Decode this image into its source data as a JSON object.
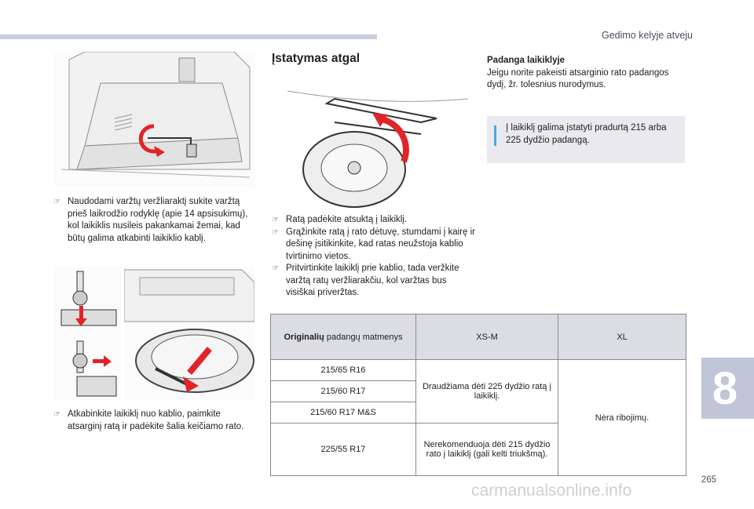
{
  "header": {
    "section": "Gedimo kelyje atveju"
  },
  "left": {
    "bullet1": "Naudodami varžtų veržliaraktį sukite varžtą prieš laikrodžio rodyklę (apie 14 apsisukimų), kol laikiklis nusileis pakankamai žemai, kad būtų galima atkabinti laikiklio kablį.",
    "bullet2": "Atkabinkite laikiklį nuo kablio, paimkite atsarginį ratą ir padėkite šalia keičiamo rato."
  },
  "middle": {
    "title": "Įstatymas atgal",
    "bullets": [
      "Ratą padėkite atsuktą į laikiklį.",
      "Grąžinkite ratą į rato dėtuvę, stumdami į kairę ir dešinę įsitikinkite, kad ratas neužstoja kablio tvirtinimo vietos.",
      "Pritvirtinkite laikiklį prie kablio, tada veržkite varžtą ratų veržliarakčiu, kol varžtas bus visiškai priveržtas."
    ]
  },
  "right": {
    "subtitle": "Padanga laikiklyje",
    "text": "Jeigu norite pakeisti atsarginio rato padangos dydį, žr. tolesnius nurodymus.",
    "info": "Į laikiklį galima įstatyti pradurtą 215 arba 225 dydžio padangą."
  },
  "table": {
    "head_bold": "Originalių",
    "head_rest": " padangų matmenys",
    "col1": "XS-M",
    "col2": "XL",
    "sizes": [
      "215/65 R16",
      "215/60 R17",
      "215/60 R17 M&S",
      "225/55 R17"
    ],
    "xsm_a": "Draudžiama dėti 225 dydžio ratą į laikiklį.",
    "xsm_b": "Nerekomenduoja dėti 215 dydžio rato į laikiklį (gali kelti triukšmą).",
    "xl": "Nėra ribojimų."
  },
  "chapter": "8",
  "page_number": "265",
  "watermark": "carmanualsonline.info",
  "icons": {
    "bullet": "pointing-finger-icon",
    "info": "info-icon"
  }
}
